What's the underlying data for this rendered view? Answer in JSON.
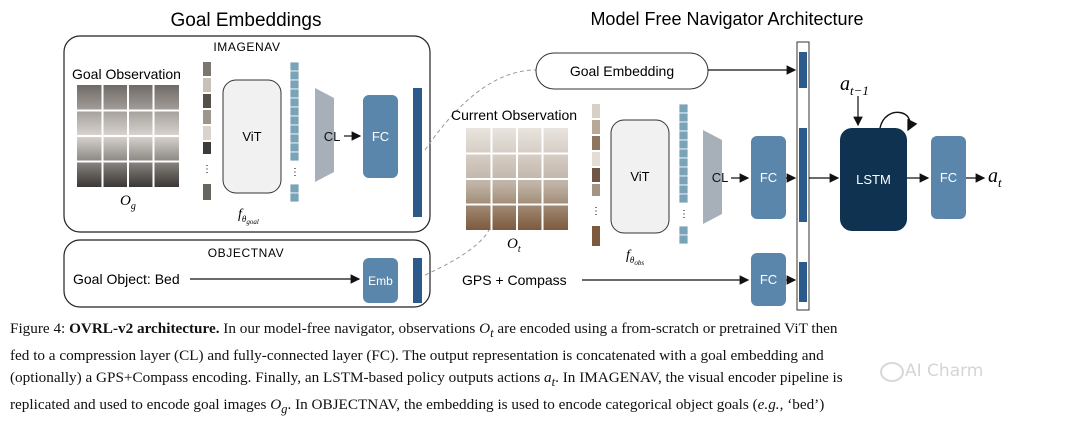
{
  "figure": {
    "goal_embeddings_title": "Goal Embeddings",
    "navigator_title": "Model Free Navigator Architecture",
    "imagenav_label": "IMAGENAV",
    "objectnav_label": "OBJECTNAV",
    "goal_observation_label": "Goal Observation",
    "current_observation_label": "Current Observation",
    "goal_embedding_box": "Goal Embedding",
    "goal_object_label": "Goal Object: Bed",
    "gps_label": "GPS + Compass",
    "vit": "ViT",
    "cl": "CL",
    "fc": "FC",
    "emb": "Emb",
    "lstm": "LSTM",
    "o_g": "O",
    "o_g_sub": "g",
    "o_t": "O",
    "o_t_sub": "t",
    "f_goal": "f",
    "f_goal_sub": "θ",
    "f_goal_subsub": "goal",
    "f_obs": "f",
    "f_obs_sub": "θ",
    "f_obs_subsub": "obs",
    "a_prev": "a",
    "a_prev_sub": "t−1",
    "a_t": "a",
    "a_t_sub": "t",
    "colors": {
      "steel_blue": "#5b86ab",
      "dark_navy": "#0e3250",
      "cl_gray": "#a7afb9",
      "vit_fill": "#f1f1f1",
      "token_teal": "#7aa3b8",
      "concat_blue": "#2c5a8a"
    }
  },
  "caption": {
    "line1_a": "Figure 4: ",
    "line1_b": "OVRL-v2 architecture.",
    "line1_c": " In our model-free navigator, observations ",
    "line1_d": " are encoded using a from-scratch or pretrained ViT then",
    "line2": "fed to a compression layer (CL) and fully-connected layer (FC). The output representation is concatenated with a goal embedding and",
    "line3_a": "(optionally) a GPS+Compass encoding. Finally, an LSTM-based policy outputs actions ",
    "line3_b": ". In IMAGENAV, the visual encoder pipeline is",
    "line4_a": "replicated and used to encode goal images ",
    "line4_b": ". In OBJECTNAV, the embedding is used to encode categorical object goals (",
    "line4_c": "e.g.",
    "line4_d": ", ‘bed’)",
    "o_t": "O",
    "o_t_sub": "t",
    "a_t": "a",
    "a_t_sub": "t",
    "o_g": "O",
    "o_g_sub": "g"
  },
  "watermark": "AI Charm"
}
